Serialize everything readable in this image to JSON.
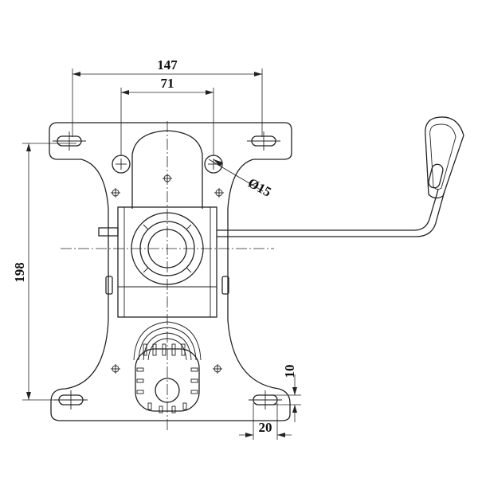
{
  "dimensions": {
    "overall_width": "147",
    "hole_spacing": "71",
    "hole_diameter": "Ø15",
    "overall_height": "198",
    "slot_offset_v": "10",
    "slot_length": "20"
  }
}
